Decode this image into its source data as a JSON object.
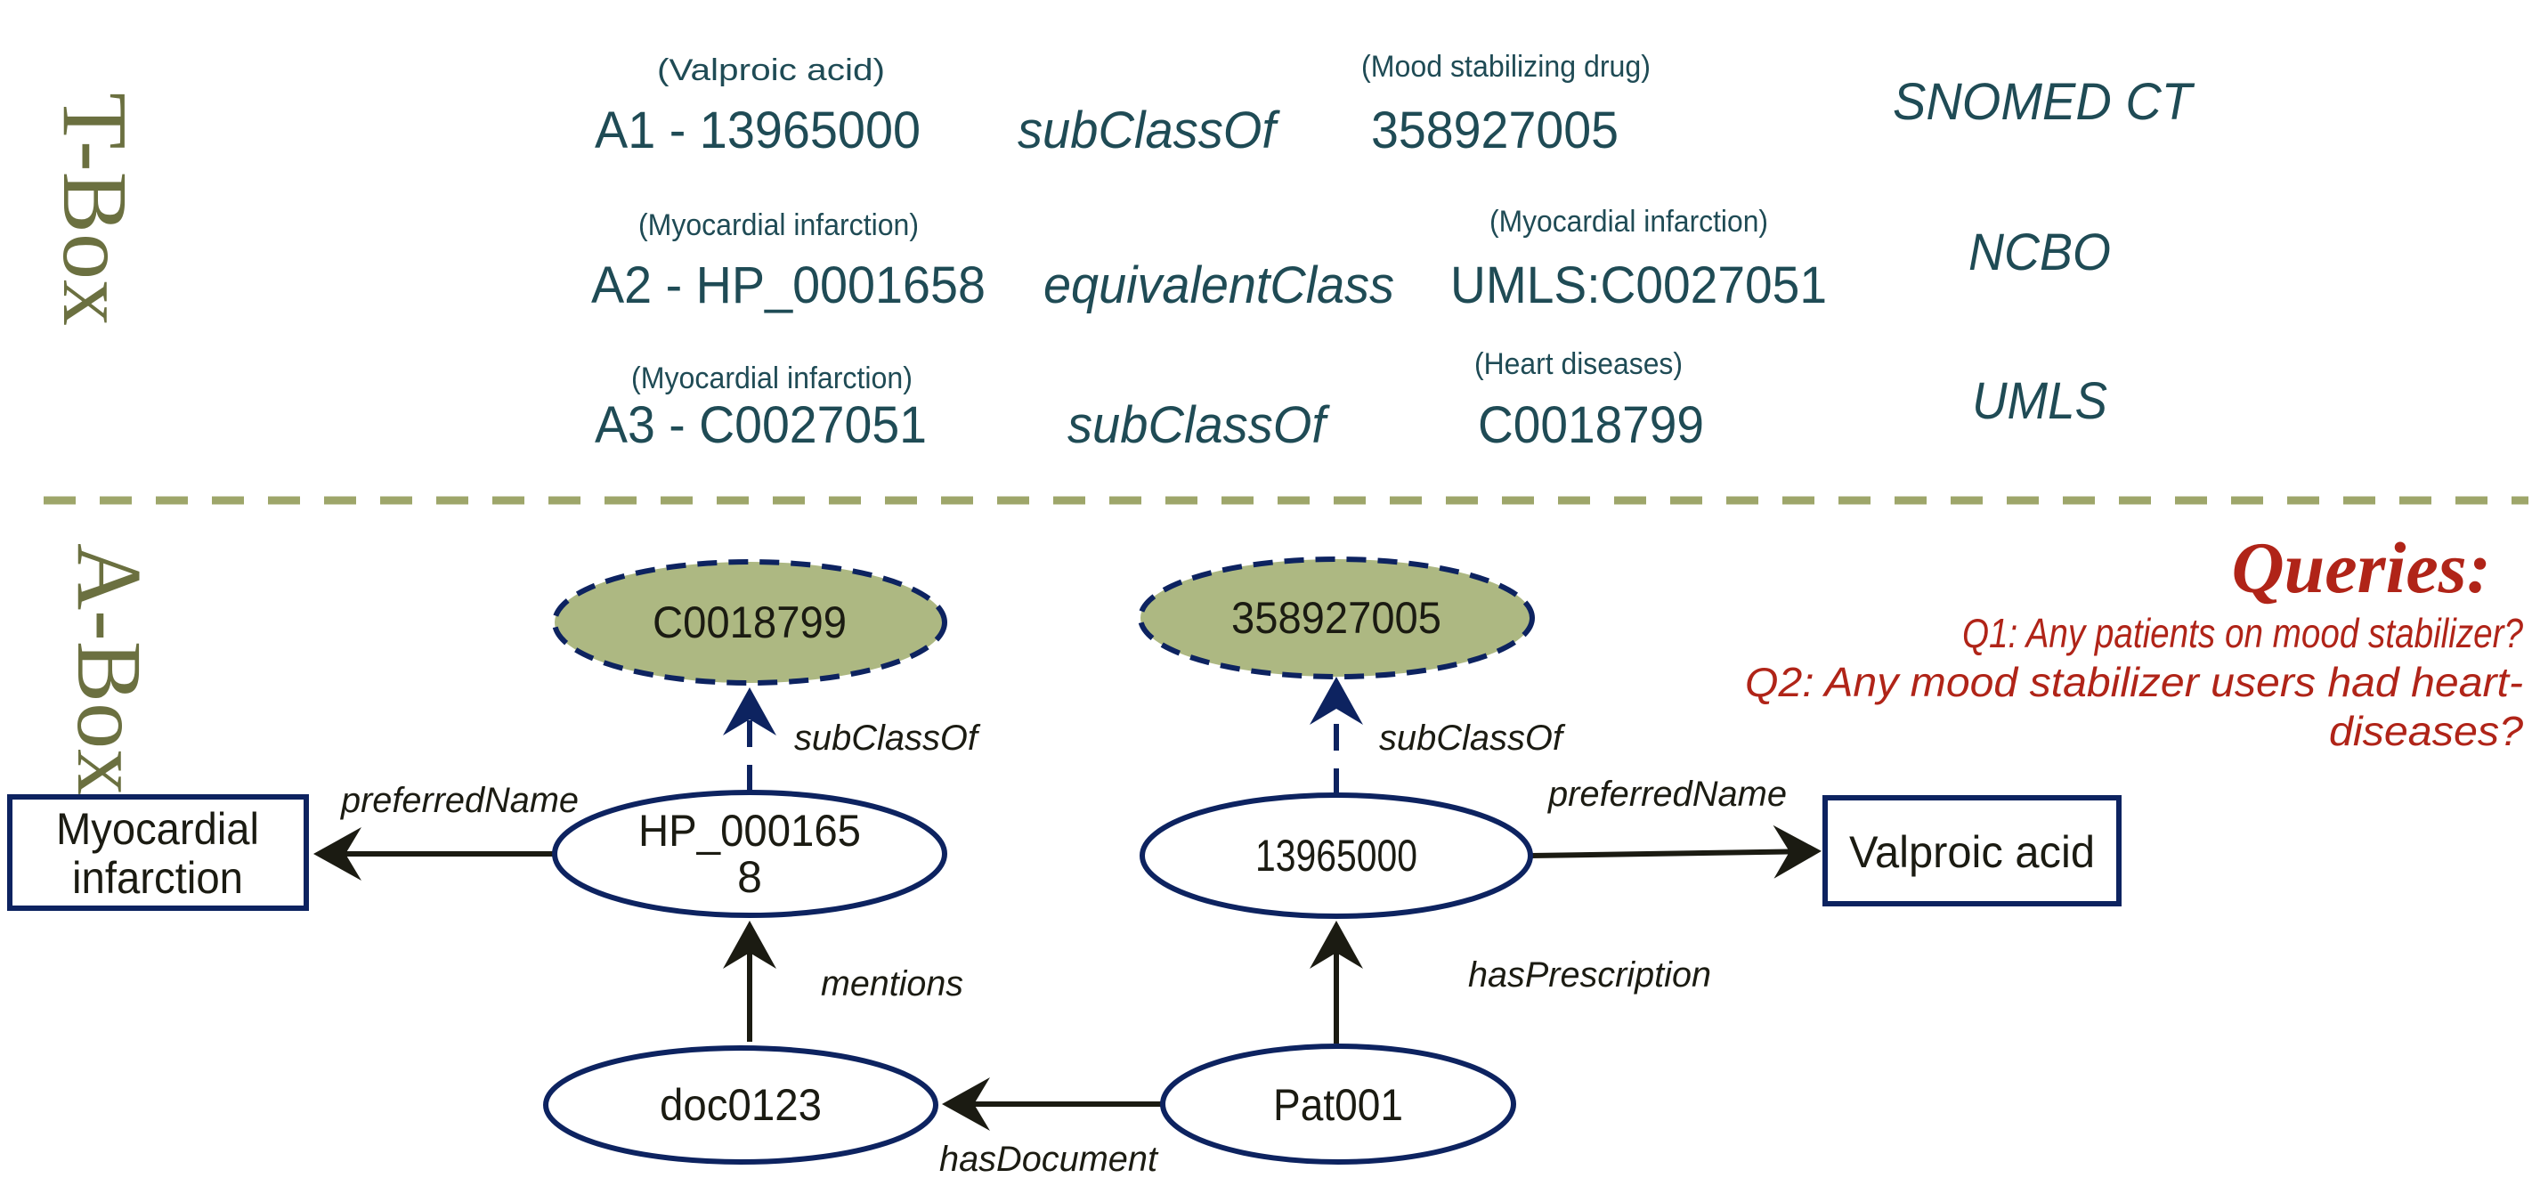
{
  "sections": {
    "tbox_label": "T-Box",
    "abox_label": "A-Box"
  },
  "tbox": {
    "axioms": [
      {
        "subject_note": "(Valproic acid)",
        "subject": "A1 - 13965000",
        "relation": "subClassOf",
        "object_note": "(Mood stabilizing drug)",
        "object": "358927005",
        "source": "SNOMED CT"
      },
      {
        "subject_note": "(Myocardial infarction)",
        "subject": "A2 - HP_0001658",
        "relation": "equivalentClass",
        "object_note": "(Myocardial infarction)",
        "object": "UMLS:C0027051",
        "source": "NCBO"
      },
      {
        "subject_note": "(Myocardial infarction)",
        "subject": "A3 - C0027051",
        "relation": "subClassOf",
        "object_note": "(Heart diseases)",
        "object": "C0018799",
        "source": "UMLS"
      }
    ]
  },
  "abox": {
    "nodes": {
      "class_heart": "C0018799",
      "class_mood": "358927005",
      "hp_line1": "HP_000165",
      "hp_line2": "8",
      "drug": "13965000",
      "doc": "doc0123",
      "patient": "Pat001",
      "label_mi_line1": "Myocardial",
      "label_mi_line2": "infarction",
      "label_valproic": "Valproic acid"
    },
    "edges": {
      "hp_subclass": "subClassOf",
      "drug_subclass": "subClassOf",
      "hp_preferred": "preferredName",
      "drug_preferred": "preferredName",
      "doc_mentions": "mentions",
      "pat_prescription": "hasPrescription",
      "pat_document": "hasDocument"
    }
  },
  "queries": {
    "title": "Queries:",
    "lines": [
      "Q1: Any patients on mood stabilizer?",
      "Q2: Any mood stabilizer users had heart-",
      "diseases?"
    ]
  },
  "colors": {
    "tbox_text": "#1f4b55",
    "section_label": "#6b7040",
    "separator": "#9ea66a",
    "class_fill": "#adb882",
    "node_stroke": "#0d2360",
    "query_red": "#b02418"
  }
}
